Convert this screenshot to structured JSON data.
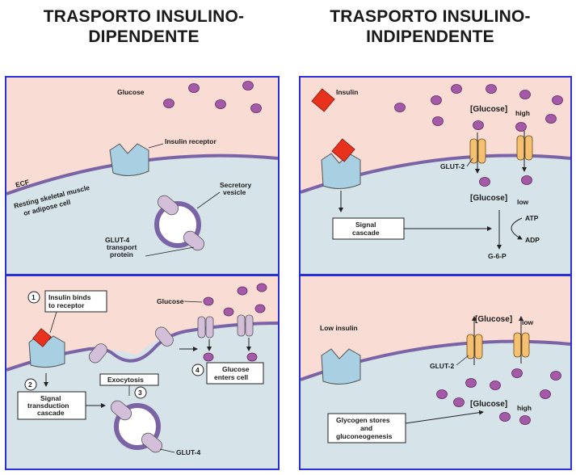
{
  "headings": {
    "left": [
      "TRASPORTO INSULINO-",
      "DIPENDENTE"
    ],
    "right": [
      "TRASPORTO INSULINO-",
      "INDIPENDENTE"
    ]
  },
  "left_top": {
    "glucose": "Glucose",
    "insulin_receptor": "Insulin receptor",
    "ecf": "ECF",
    "cell_line1": "Resting skeletal muscle",
    "cell_line2": "or adipose cell",
    "vesicle_line1": "Secretory",
    "vesicle_line2": "vesicle",
    "glut4_line1": "GLUT-4",
    "glut4_line2": "transport",
    "glut4_line3": "protein"
  },
  "left_bottom": {
    "step1_num": "1",
    "step1_line1": "Insulin binds",
    "step1_line2": "to receptor",
    "glucose": "Glucose",
    "step2_num": "2",
    "step2_line1": "Signal",
    "step2_line2": "transduction",
    "step2_line3": "cascade",
    "exocytosis": "Exocytosis",
    "step3_num": "3",
    "step4_num": "4",
    "step4_line1": "Glucose",
    "step4_line2": "enters cell",
    "glut4": "GLUT-4"
  },
  "right_top": {
    "insulin": "Insulin",
    "glucose_high": "Glucose",
    "high": "high",
    "glut2": "GLUT-2",
    "glucose_low": "Glucose",
    "low": "low",
    "signal_line1": "Signal",
    "signal_line2": "cascade",
    "atp": "ATP",
    "adp": "ADP",
    "g6p": "G-6-P"
  },
  "right_bottom": {
    "low_insulin": "Low insulin",
    "glucose_low": "Glucose",
    "low": "low",
    "glut2": "GLUT-2",
    "glucose_high": "Glucose",
    "high": "high",
    "glycogen_line1": "Glycogen stores",
    "glycogen_line2": "and",
    "glycogen_line3": "gluconeogenesis"
  },
  "colors": {
    "ecf_pink": "#f9dcd3",
    "cell_blue": "#d6e4ea",
    "membrane_purple": "#7b64a6",
    "frame_blue": "#2b2fd6",
    "glucose_purple": "#a55aa8",
    "insulin_red": "#e8321e",
    "receptor_blue": "#a9cfe3",
    "glut4_lilac": "#d3bfd9",
    "glut2_orange": "#f5c071"
  }
}
